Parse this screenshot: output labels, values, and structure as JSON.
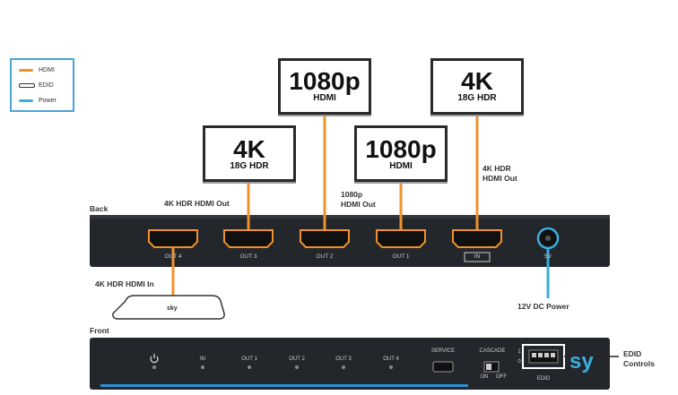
{
  "legend": {
    "items": [
      {
        "label": "HDMI",
        "color": "#f0922b"
      },
      {
        "label": "EDID",
        "color": "#ffffff"
      },
      {
        "label": "Power",
        "color": "#3aaee0"
      }
    ]
  },
  "colors": {
    "hdmi": "#f0922b",
    "power": "#3aaee0",
    "device": "#23262b",
    "accent": "#2d8fd5"
  },
  "tvs": [
    {
      "id": "tv1",
      "big": "4K",
      "small": "18G HDR"
    },
    {
      "id": "tv2",
      "big": "1080p",
      "small": "HDMI"
    },
    {
      "id": "tv3",
      "big": "1080p",
      "small": "HDMI"
    },
    {
      "id": "tv4",
      "big": "4K",
      "small": "18G HDR"
    }
  ],
  "labels": {
    "back": "Back",
    "front": "Front",
    "out_4k_left": "4K HDR HDMI Out",
    "out_1080p_line1": "1080p",
    "out_1080p_line2": "HDMI Out",
    "out_4k_right_line1": "4K HDR",
    "out_4k_right_line2": "HDMI Out",
    "hdmi_in": "4K HDR HDMI In",
    "dc_power": "12V DC Power",
    "edid_controls_line1": "EDID",
    "edid_controls_line2": "Controls",
    "source_logo": "sky"
  },
  "back_ports": [
    "OUT 4",
    "OUT 3",
    "OUT 2",
    "OUT 1",
    "IN"
  ],
  "back_power": "5V",
  "front_labels": [
    "IN",
    "OUT 1",
    "OUT 2",
    "OUT 3",
    "OUT 4"
  ],
  "front_service": "SERVICE",
  "front_cascade": "CASCADE",
  "front_cascade_on": "ON",
  "front_cascade_off": "OFF",
  "front_edid": "EDID",
  "edid_switch_marks": [
    "1",
    "0"
  ],
  "brand": "sy"
}
